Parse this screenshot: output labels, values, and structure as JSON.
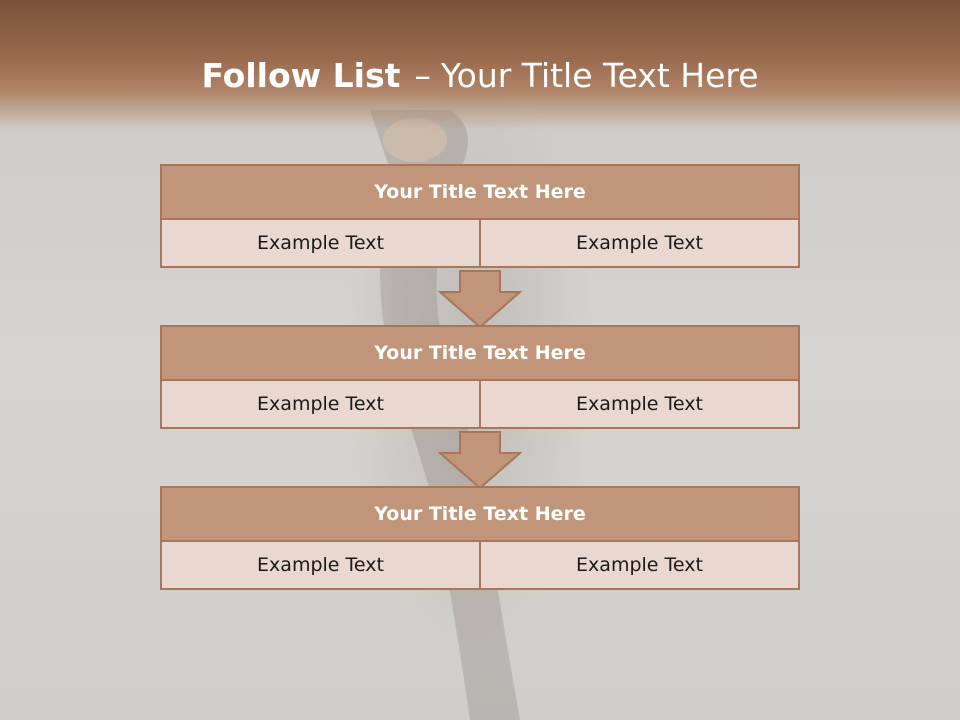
{
  "title": {
    "bold": "Follow List",
    "dash": "–",
    "rest": "Your Title Text Here"
  },
  "steps": [
    {
      "header": "Your Title Text Here",
      "left": "Example Text",
      "right": "Example Text"
    },
    {
      "header": "Your Title Text Here",
      "left": "Example Text",
      "right": "Example Text"
    },
    {
      "header": "Your Title Text Here",
      "left": "Example Text",
      "right": "Example Text"
    }
  ],
  "colors": {
    "header_band": "#9a6a4e",
    "box_header": "#c0957a",
    "box_border": "#a8765a",
    "cell_fill": "#e8d8d0",
    "arrow_fill": "#c0957a"
  }
}
